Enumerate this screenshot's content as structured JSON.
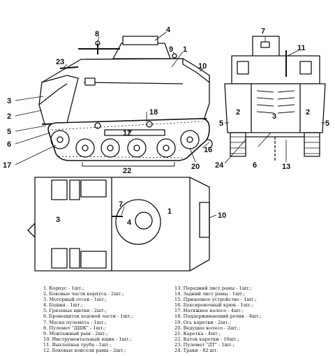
{
  "callouts": {
    "side": [
      "8",
      "4",
      "23",
      "9",
      "1",
      "10",
      "3",
      "2",
      "5",
      "6",
      "17",
      "18",
      "12",
      "22",
      "16",
      "20"
    ],
    "rear": [
      "7",
      "11",
      "2",
      "3",
      "2",
      "5",
      "5",
      "24",
      "6",
      "13"
    ],
    "top": [
      "3",
      "7",
      "4",
      "1",
      "10"
    ]
  },
  "legend": {
    "left": [
      "1. Корпус - 1шт.;",
      "2. Боковые части корпуса - 2шт.;",
      "3. Моторный отсек - 1шт.;",
      "4. Башня - 1шт.;",
      "5. Грязевые щитки - 2шт.;",
      "6. Бронещиток ходовой части - 1шт.;",
      "7. Маска пулемета - 1шт.;",
      "8. Пулемет \"ДШК\" - 1шт.;",
      "9. Монтажный рым - 2шт.;",
      "10. Инструментальный ящик - 1шт.;",
      "11. Выхлопная труба - 1шт.;",
      "12. Боковые консоли рамы - 2шт.;"
    ],
    "right": [
      "13. Передний лист рамы - 1шт.;",
      "14. Задний лист рамы - 1шт.;",
      "15. Прицепное устройство - 1шт.;",
      "16. Буксировочный крюк - 1шт.;",
      "17. Натяжное колесо - 4шт.;",
      "18. Поддерживающий ролик - 4шт.;",
      "19. Ось каретки - 2шт.;",
      "20. Ведущее колесо - 2шт.;",
      "21. Каретка - 4шт.;",
      "22. Каток каретки - 16шт.;",
      "23. Пулемет \"ДТ\" - 1шт.;",
      "24. Траки - 82 шт."
    ]
  }
}
